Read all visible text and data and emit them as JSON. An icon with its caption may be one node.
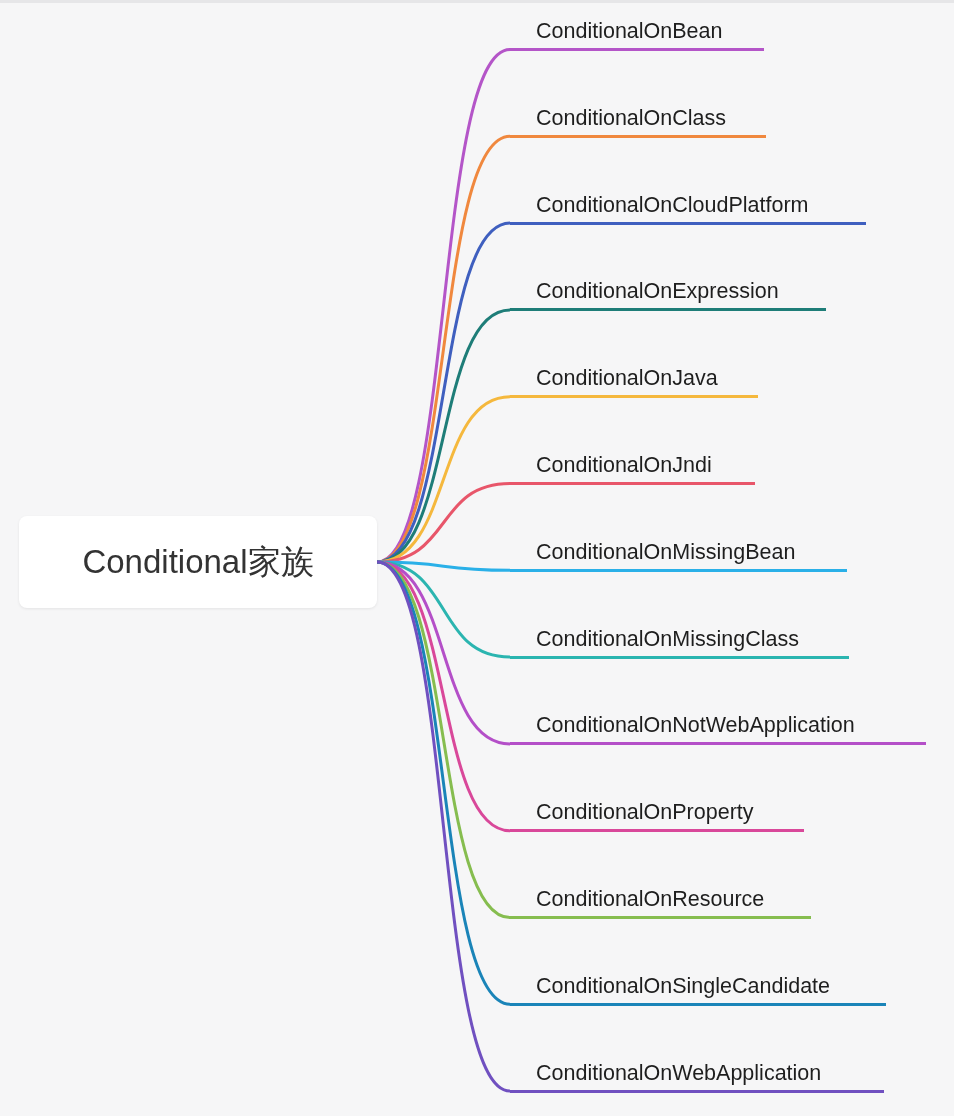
{
  "diagram": {
    "nodes": [
      {
        "text": [
          "Conditional家族"
        ]
      },
      {
        "text": [
          "ConditionalOnBean"
        ]
      },
      {
        "text": [
          "ConditionalOnClass"
        ]
      },
      {
        "text": [
          "ConditionalOnCloudPlatform"
        ]
      },
      {
        "text": [
          "ConditionalOnExpression"
        ]
      },
      {
        "text": [
          "ConditionalOnJava"
        ]
      },
      {
        "text": [
          "ConditionalOnJndi"
        ]
      },
      {
        "text": [
          "ConditionalOnMissingBean"
        ]
      },
      {
        "text": [
          "ConditionalOnMissingClass"
        ]
      },
      {
        "text": [
          "ConditionalOnNotWebApplication"
        ]
      },
      {
        "text": [
          "ConditionalOnProperty"
        ]
      },
      {
        "text": [
          "ConditionalOnResource"
        ]
      },
      {
        "text": [
          "ConditionalOnSingleCandidate"
        ]
      },
      {
        "text": [
          "ConditionalOnWebApplication"
        ]
      }
    ],
    "edges": [
      {
        "from": 0,
        "to": 1,
        "arrow": "none",
        "color": "#b455c8"
      },
      {
        "from": 0,
        "to": 2,
        "arrow": "none",
        "color": "#f0883e"
      },
      {
        "from": 0,
        "to": 3,
        "arrow": "none",
        "color": "#3f5fbf"
      },
      {
        "from": 0,
        "to": 4,
        "arrow": "none",
        "color": "#1e7d78"
      },
      {
        "from": 0,
        "to": 5,
        "arrow": "none",
        "color": "#f5b83d"
      },
      {
        "from": 0,
        "to": 6,
        "arrow": "none",
        "color": "#e8566a"
      },
      {
        "from": 0,
        "to": 7,
        "arrow": "none",
        "color": "#2ab0e8"
      },
      {
        "from": 0,
        "to": 8,
        "arrow": "none",
        "color": "#2bb5b0"
      },
      {
        "from": 0,
        "to": 9,
        "arrow": "none",
        "color": "#b44fc8"
      },
      {
        "from": 0,
        "to": 10,
        "arrow": "none",
        "color": "#d9489a"
      },
      {
        "from": 0,
        "to": 11,
        "arrow": "none",
        "color": "#86bd4f"
      },
      {
        "from": 0,
        "to": 12,
        "arrow": "none",
        "color": "#1a84b8"
      },
      {
        "from": 0,
        "to": 13,
        "arrow": "none",
        "color": "#7050c0"
      }
    ]
  }
}
